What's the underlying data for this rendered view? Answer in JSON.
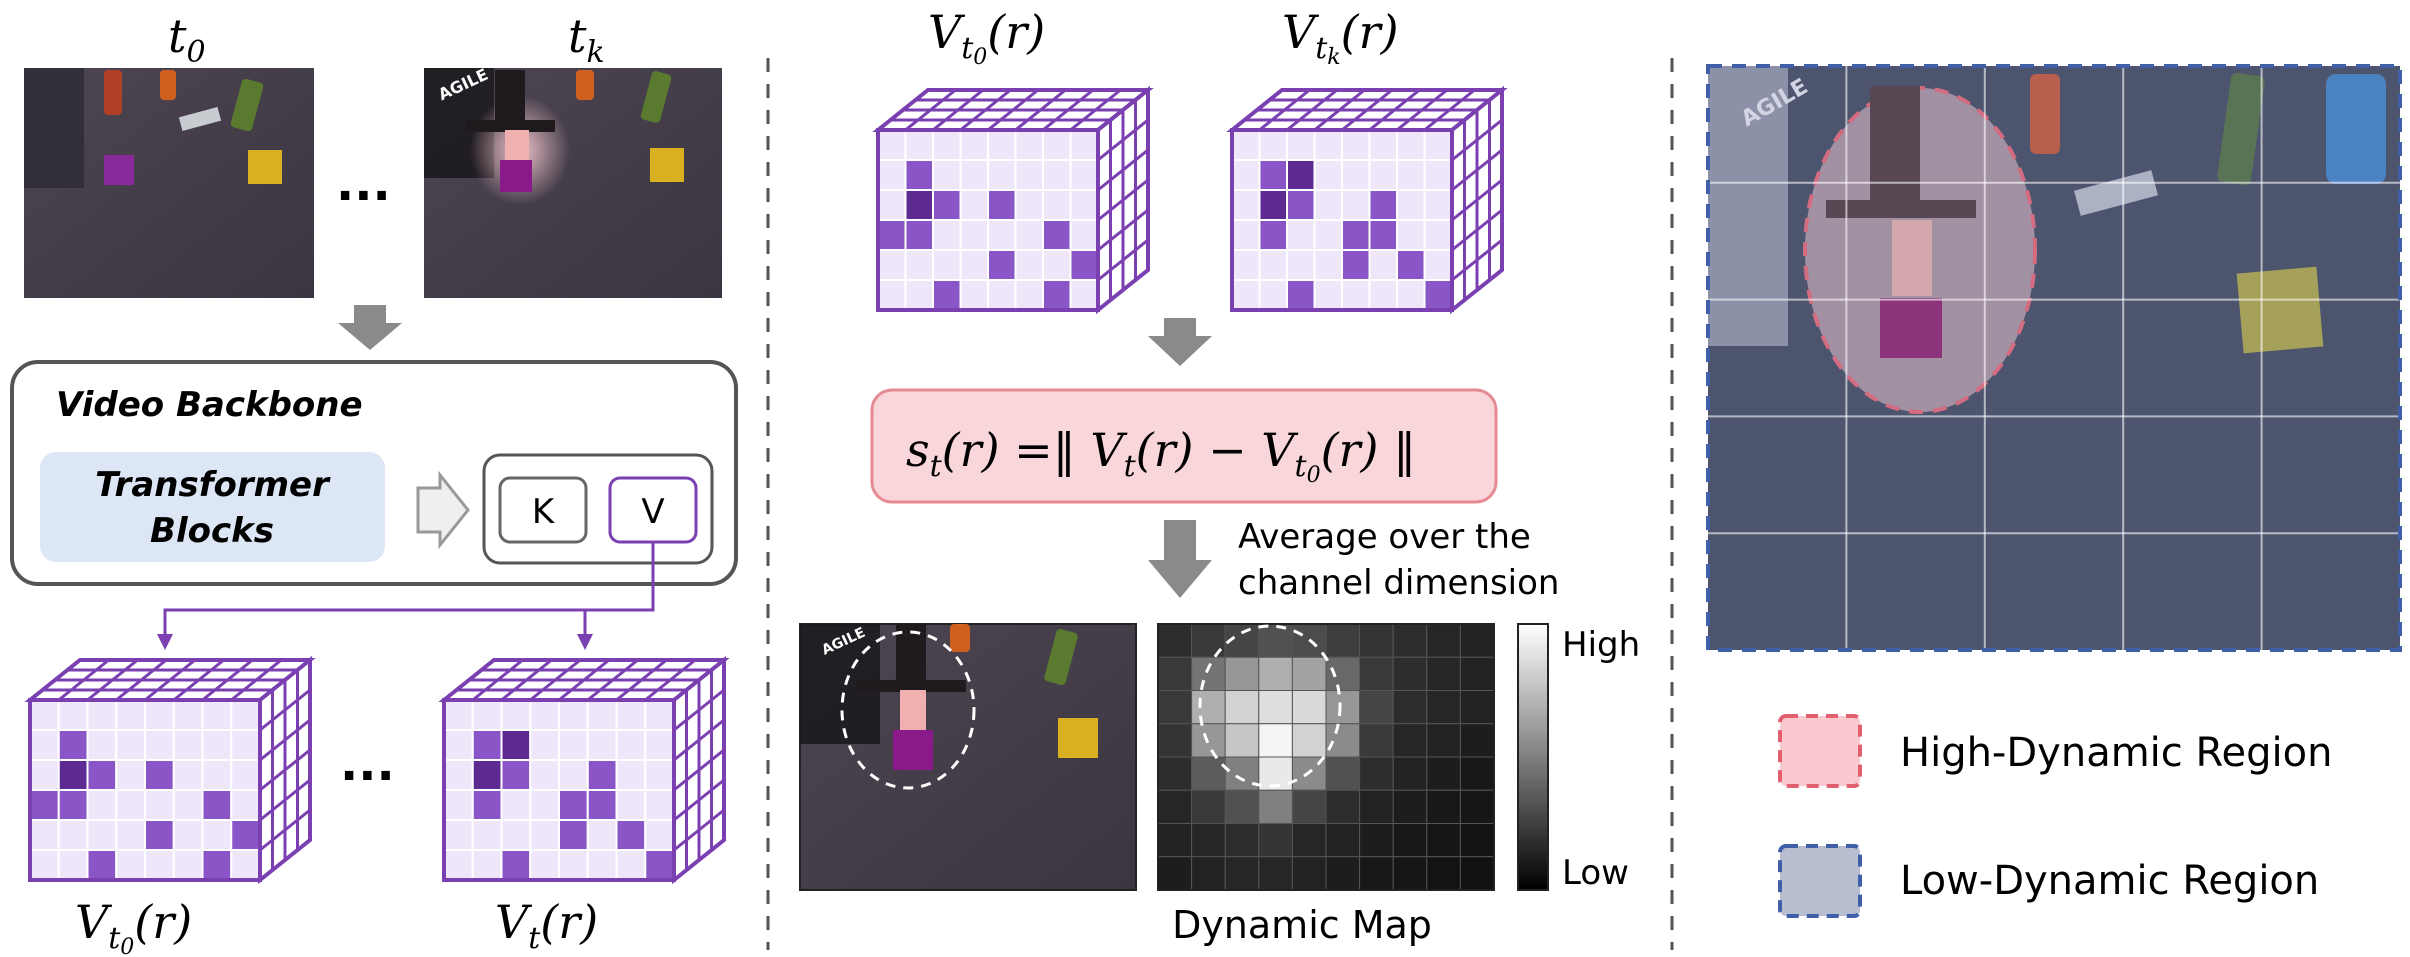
{
  "left_panel": {
    "frame_label_start": "t",
    "frame_label_start_sub": "0",
    "frame_label_end": "t",
    "frame_label_end_sub": "k",
    "ellipsis_frames": "...",
    "backbone_title": "Video Backbone",
    "transformer_label_line1": "Transformer",
    "transformer_label_line2": "Blocks",
    "key_label": "K",
    "value_label": "V",
    "ellipsis_cubes": "...",
    "cube_label_1_main": "V",
    "cube_label_1_sub": "t",
    "cube_label_1_subsub": "0",
    "cube_label_1_arg": "(r)",
    "cube_label_2_main": "V",
    "cube_label_2_sub": "t",
    "cube_label_2_arg": "(r)"
  },
  "middle_panel": {
    "cube_label_1_main": "V",
    "cube_label_1_sub": "t",
    "cube_label_1_subsub": "0",
    "cube_label_1_arg": "(r)",
    "cube_label_2_main": "V",
    "cube_label_2_sub": "t",
    "cube_label_2_subsub": "k",
    "cube_label_2_arg": "(r)",
    "formula_lhs": "s",
    "formula_lhs_sub": "t",
    "formula_lhs_arg": "(r) =‖ V",
    "formula_mid_sub": "t",
    "formula_mid": "(r) − V",
    "formula_rhs_sub": "t",
    "formula_rhs_subsub": "0",
    "formula_rhs": "(r) ‖",
    "avg_line1": "Average over the",
    "avg_line2": "channel dimension",
    "dynamic_map_label": "Dynamic Map",
    "colorbar_high": "High",
    "colorbar_low": "Low"
  },
  "right_panel": {
    "legend_high": "High-Dynamic Region",
    "legend_low": "Low-Dynamic Region",
    "scene_logo_text": "AGILE"
  },
  "colors": {
    "purple": "#7a3fb0",
    "purple_dark": "#5c2a91",
    "cell_light": "#efe6fa",
    "high_dynamic": "#f9c9cf",
    "high_dynamic_border": "#e06070",
    "low_dynamic": "#b8bdd0",
    "low_dynamic_border": "#3f5fa8",
    "transformer_box": "#dde6f5",
    "formula_box": "#f9d6da",
    "formula_border": "#e68a95"
  }
}
